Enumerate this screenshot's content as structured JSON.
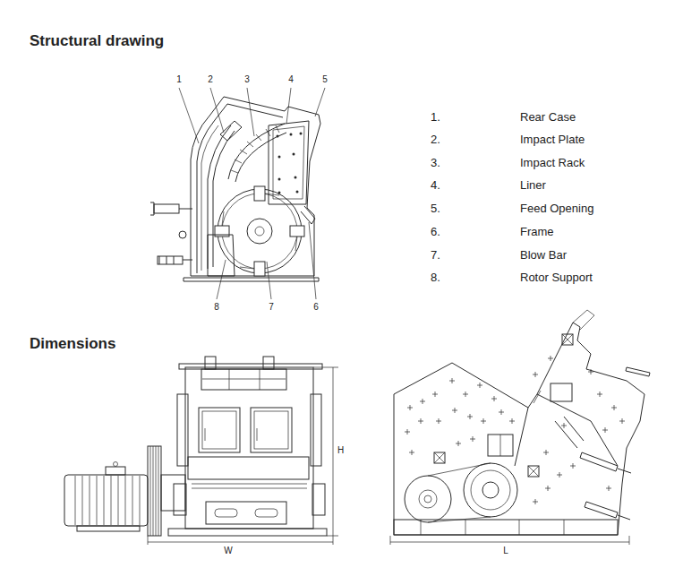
{
  "diagram": {
    "labels": [
      "Structural drawing",
      "1",
      "2",
      "3",
      "4",
      "5",
      "1.",
      "Rear Case",
      "2.",
      "Impact Plate",
      "3.",
      "Impact Rack",
      "4.",
      "Liner",
      "5.",
      "Feed Opening",
      "6.",
      "Frame",
      "7.",
      "Blow Bar",
      "8.",
      "Rotor Support",
      "8",
      "7",
      "6",
      "Dimensions",
      "H",
      "W",
      "L"
    ]
  }
}
